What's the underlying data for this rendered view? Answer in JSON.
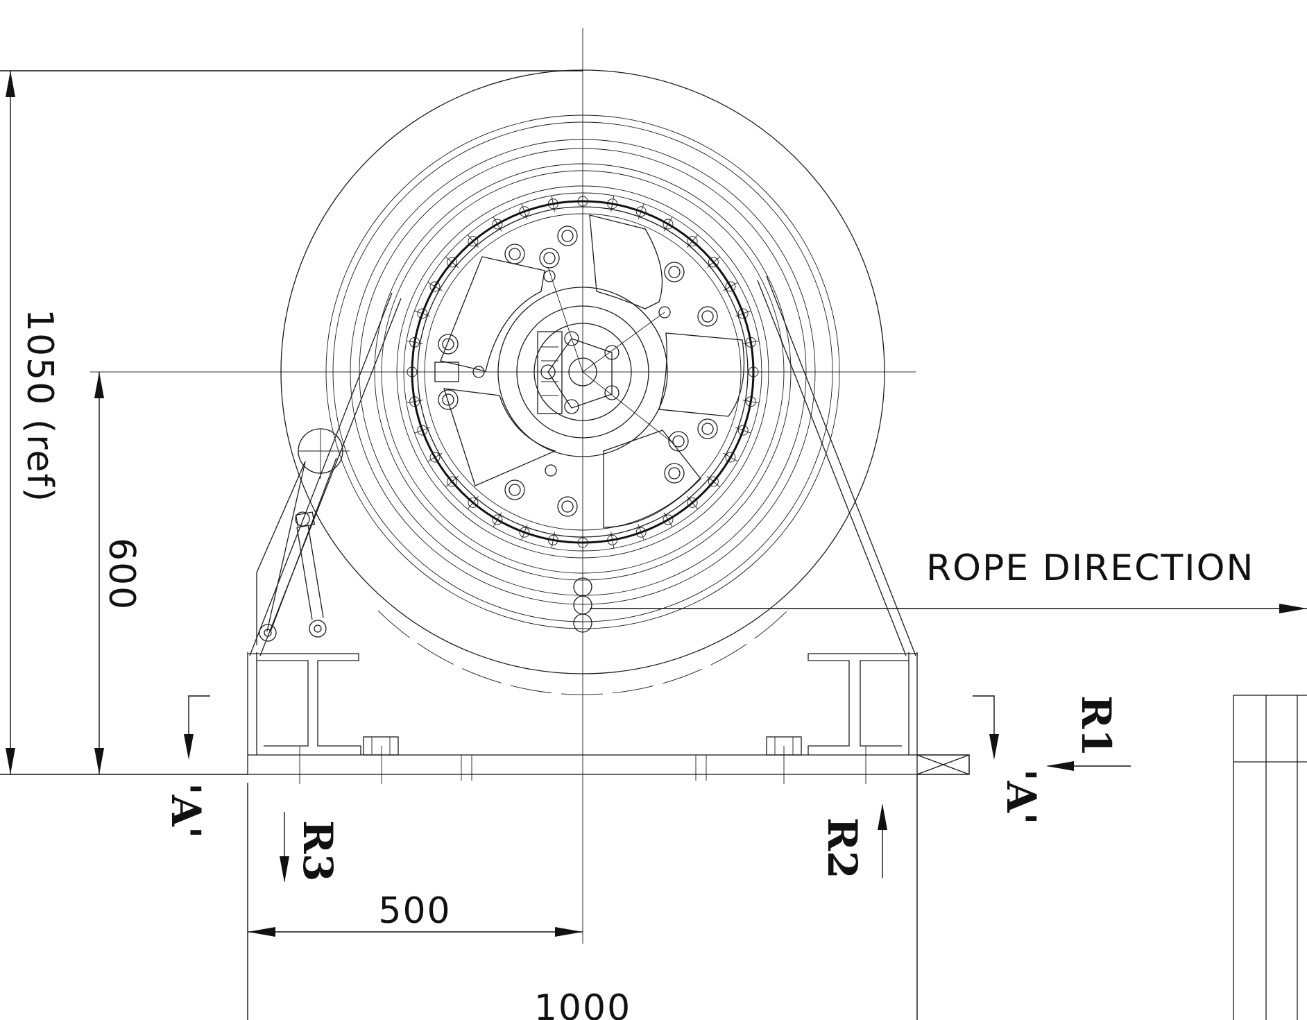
{
  "dimensions": {
    "total_height": "1050 (ref)",
    "axis_height": "600",
    "half_width": "500",
    "full_width": "1000"
  },
  "labels": {
    "rope_direction": "ROPE DIRECTION",
    "section_left": "'A'",
    "section_right": "'A'",
    "reaction_1": "R1",
    "reaction_2": "R2",
    "reaction_3": "R3"
  }
}
